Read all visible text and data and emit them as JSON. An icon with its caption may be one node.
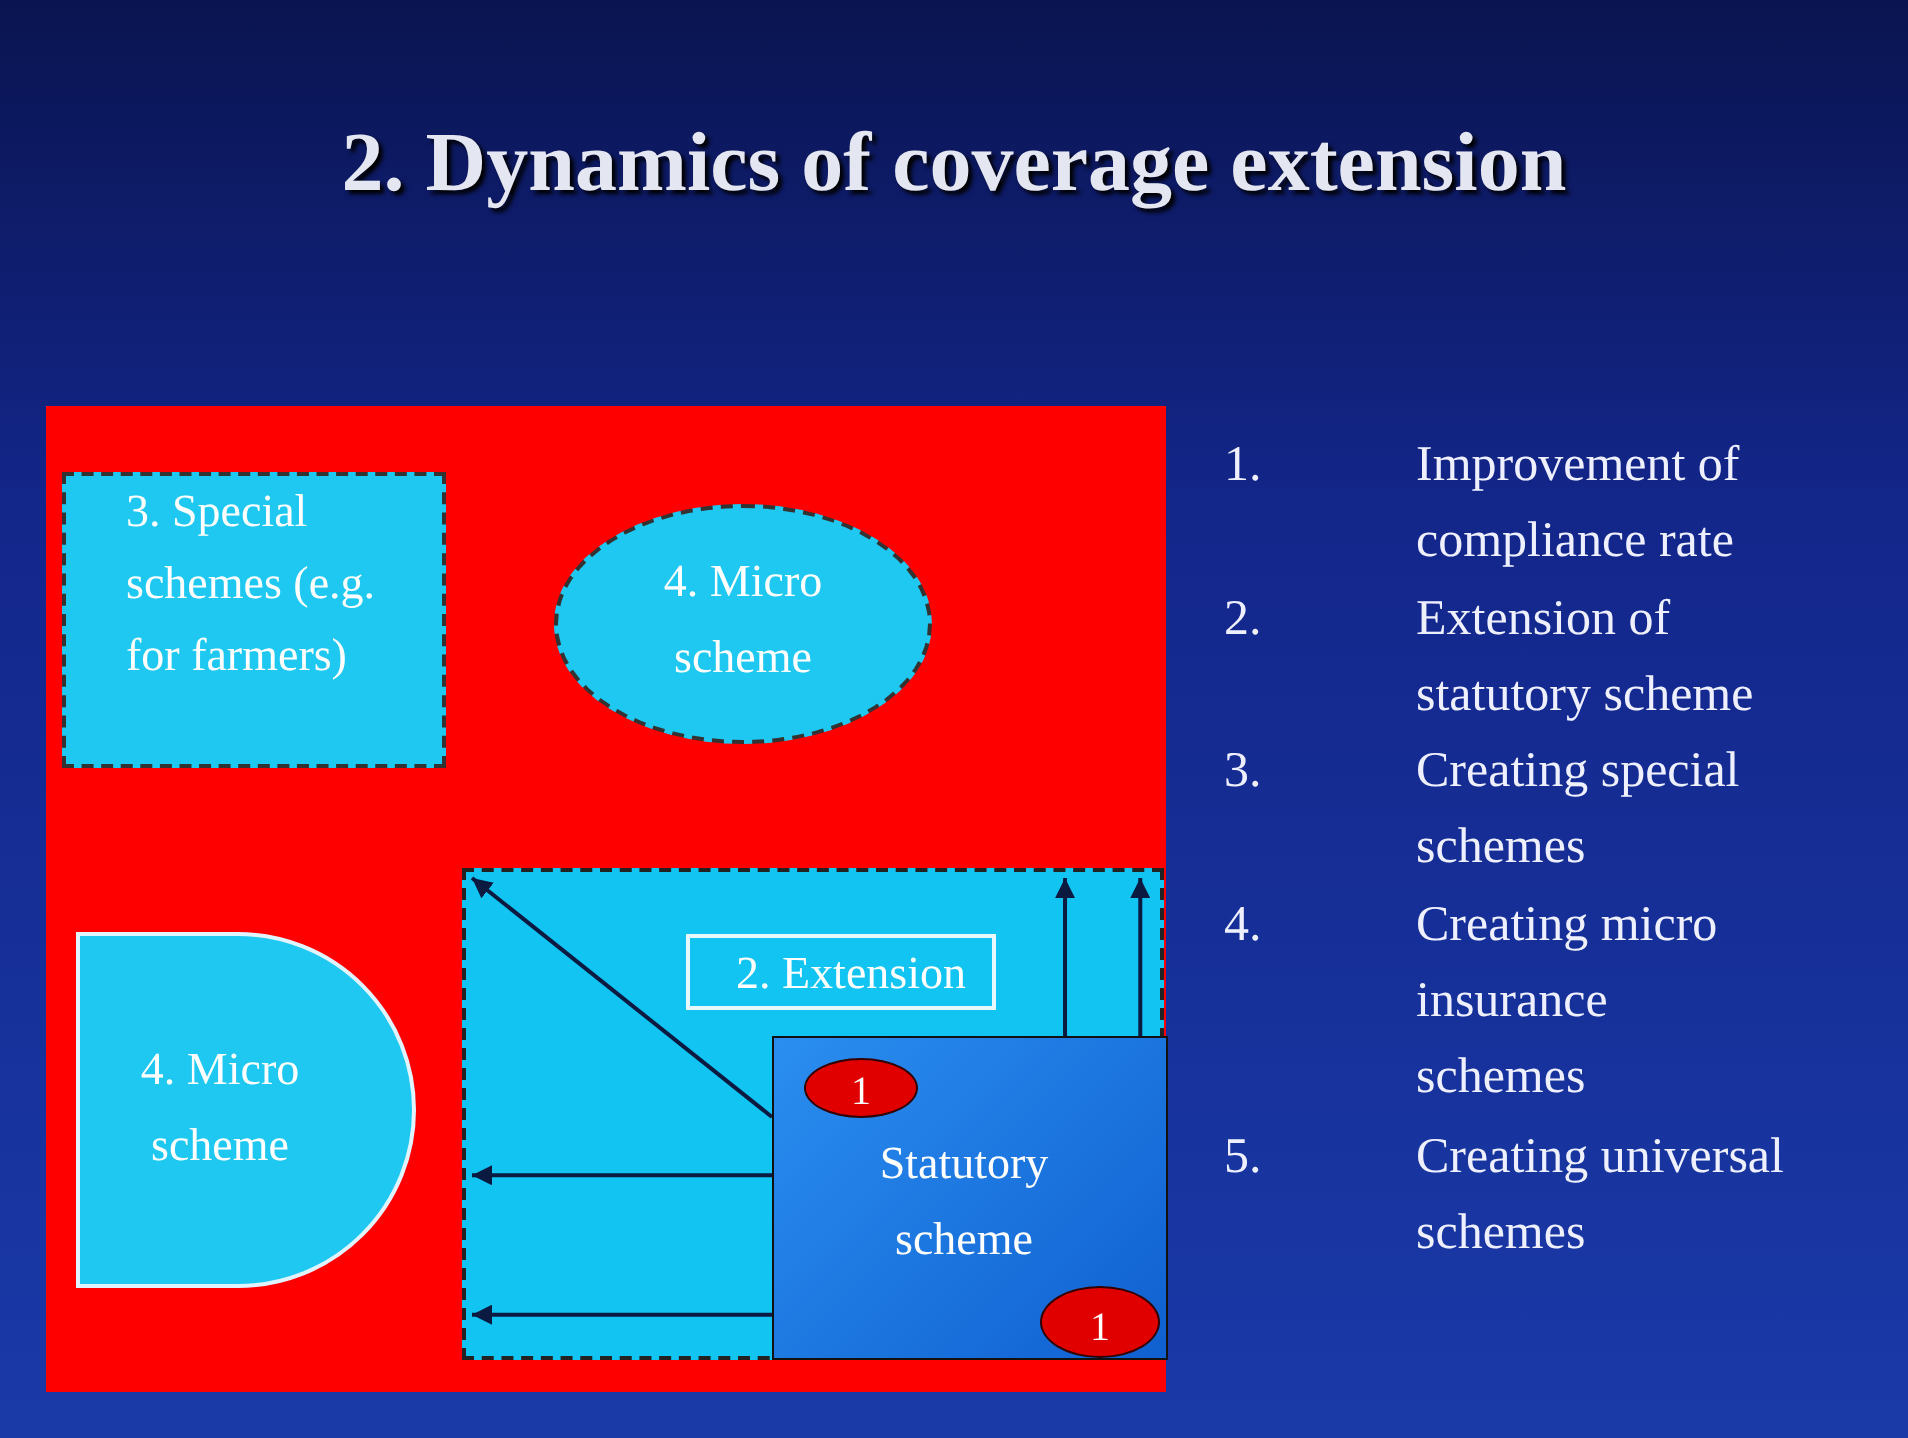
{
  "diagram": {
    "title": "2. Dynamics of coverage extension",
    "nodes": [
      {
        "text": [],
        "shape": "box"
      },
      {
        "text": [
          "3. Special schemes (e.g. for farmers)"
        ],
        "in": 0
      },
      {
        "text": [
          "4. Micro scheme"
        ],
        "in": 0
      },
      {
        "text": [],
        "shape": "box",
        "in": 0
      },
      {
        "text": [
          "2. Extension"
        ],
        "in": 3
      },
      {
        "text": [
          "4. Micro scheme"
        ],
        "in": 0
      },
      {
        "text": [
          "Statutory scheme"
        ],
        "in": 3
      },
      {
        "text": [
          "1"
        ],
        "in": 6
      },
      {
        "text": [
          "1"
        ],
        "in": 6
      }
    ],
    "edges": [
      {
        "from": 6,
        "to": 3,
        "arrow": "to"
      },
      {
        "from": 6,
        "to": 3,
        "arrow": "to"
      },
      {
        "from": 6,
        "to": 3,
        "arrow": "to"
      },
      {
        "from": 6,
        "to": 3,
        "arrow": "to"
      },
      {
        "from": 6,
        "to": 3,
        "arrow": "to"
      }
    ],
    "labels": [
      "1.",
      "Improvement of compliance rate",
      "2.",
      "Extension of statutory scheme",
      "3.",
      "Creating special schemes",
      "4.",
      "Creating micro insurance schemes",
      "5.",
      "Creating universal schemes"
    ]
  }
}
